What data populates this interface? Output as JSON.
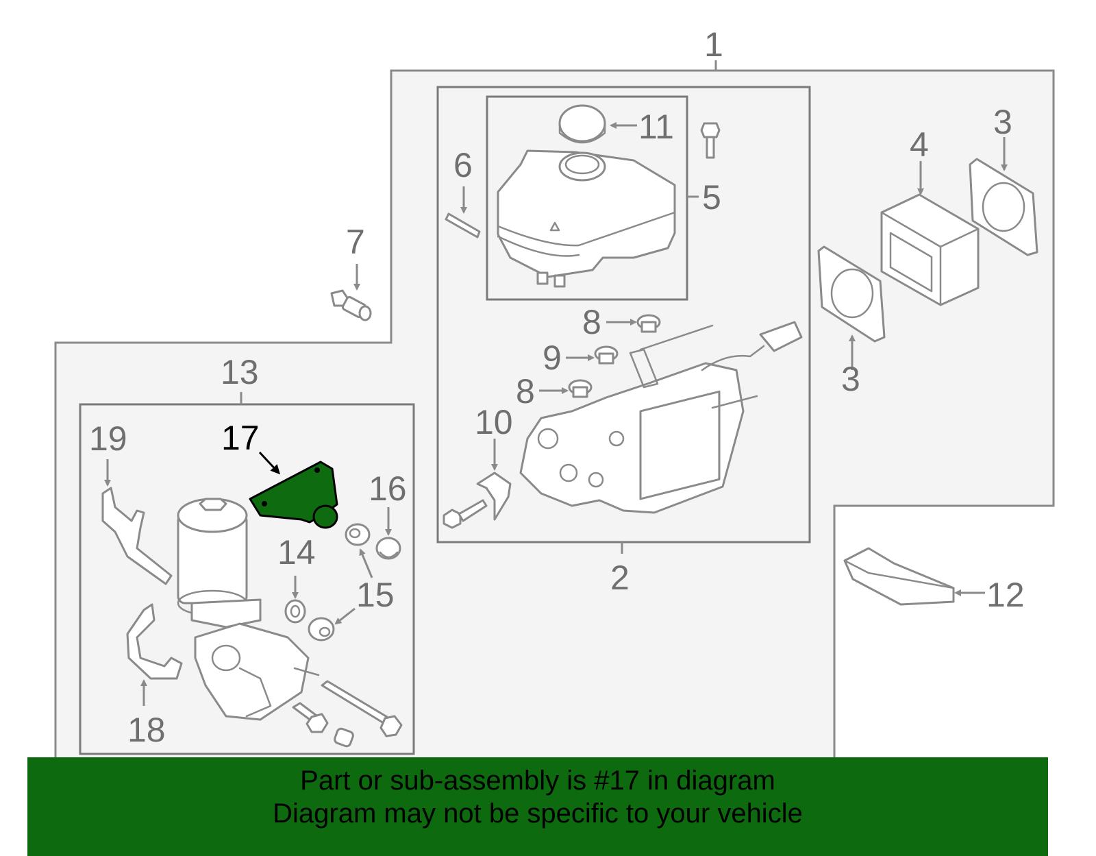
{
  "callouts": {
    "c1": "1",
    "c2": "2",
    "c3a": "3",
    "c3b": "3",
    "c4": "4",
    "c5": "5",
    "c6": "6",
    "c7": "7",
    "c8a": "8",
    "c8b": "8",
    "c9": "9",
    "c10": "10",
    "c11": "11",
    "c12": "12",
    "c13": "13",
    "c14": "14",
    "c15": "15",
    "c16": "16",
    "c17": "17",
    "c18": "18",
    "c19": "19"
  },
  "highlight": {
    "part_number": "17",
    "color": "#0f6b0f"
  },
  "banner": {
    "line1": "Part or sub-assembly is #17 in diagram",
    "line2": "Diagram may not be specific to your vehicle",
    "background": "#0e6a0e"
  }
}
